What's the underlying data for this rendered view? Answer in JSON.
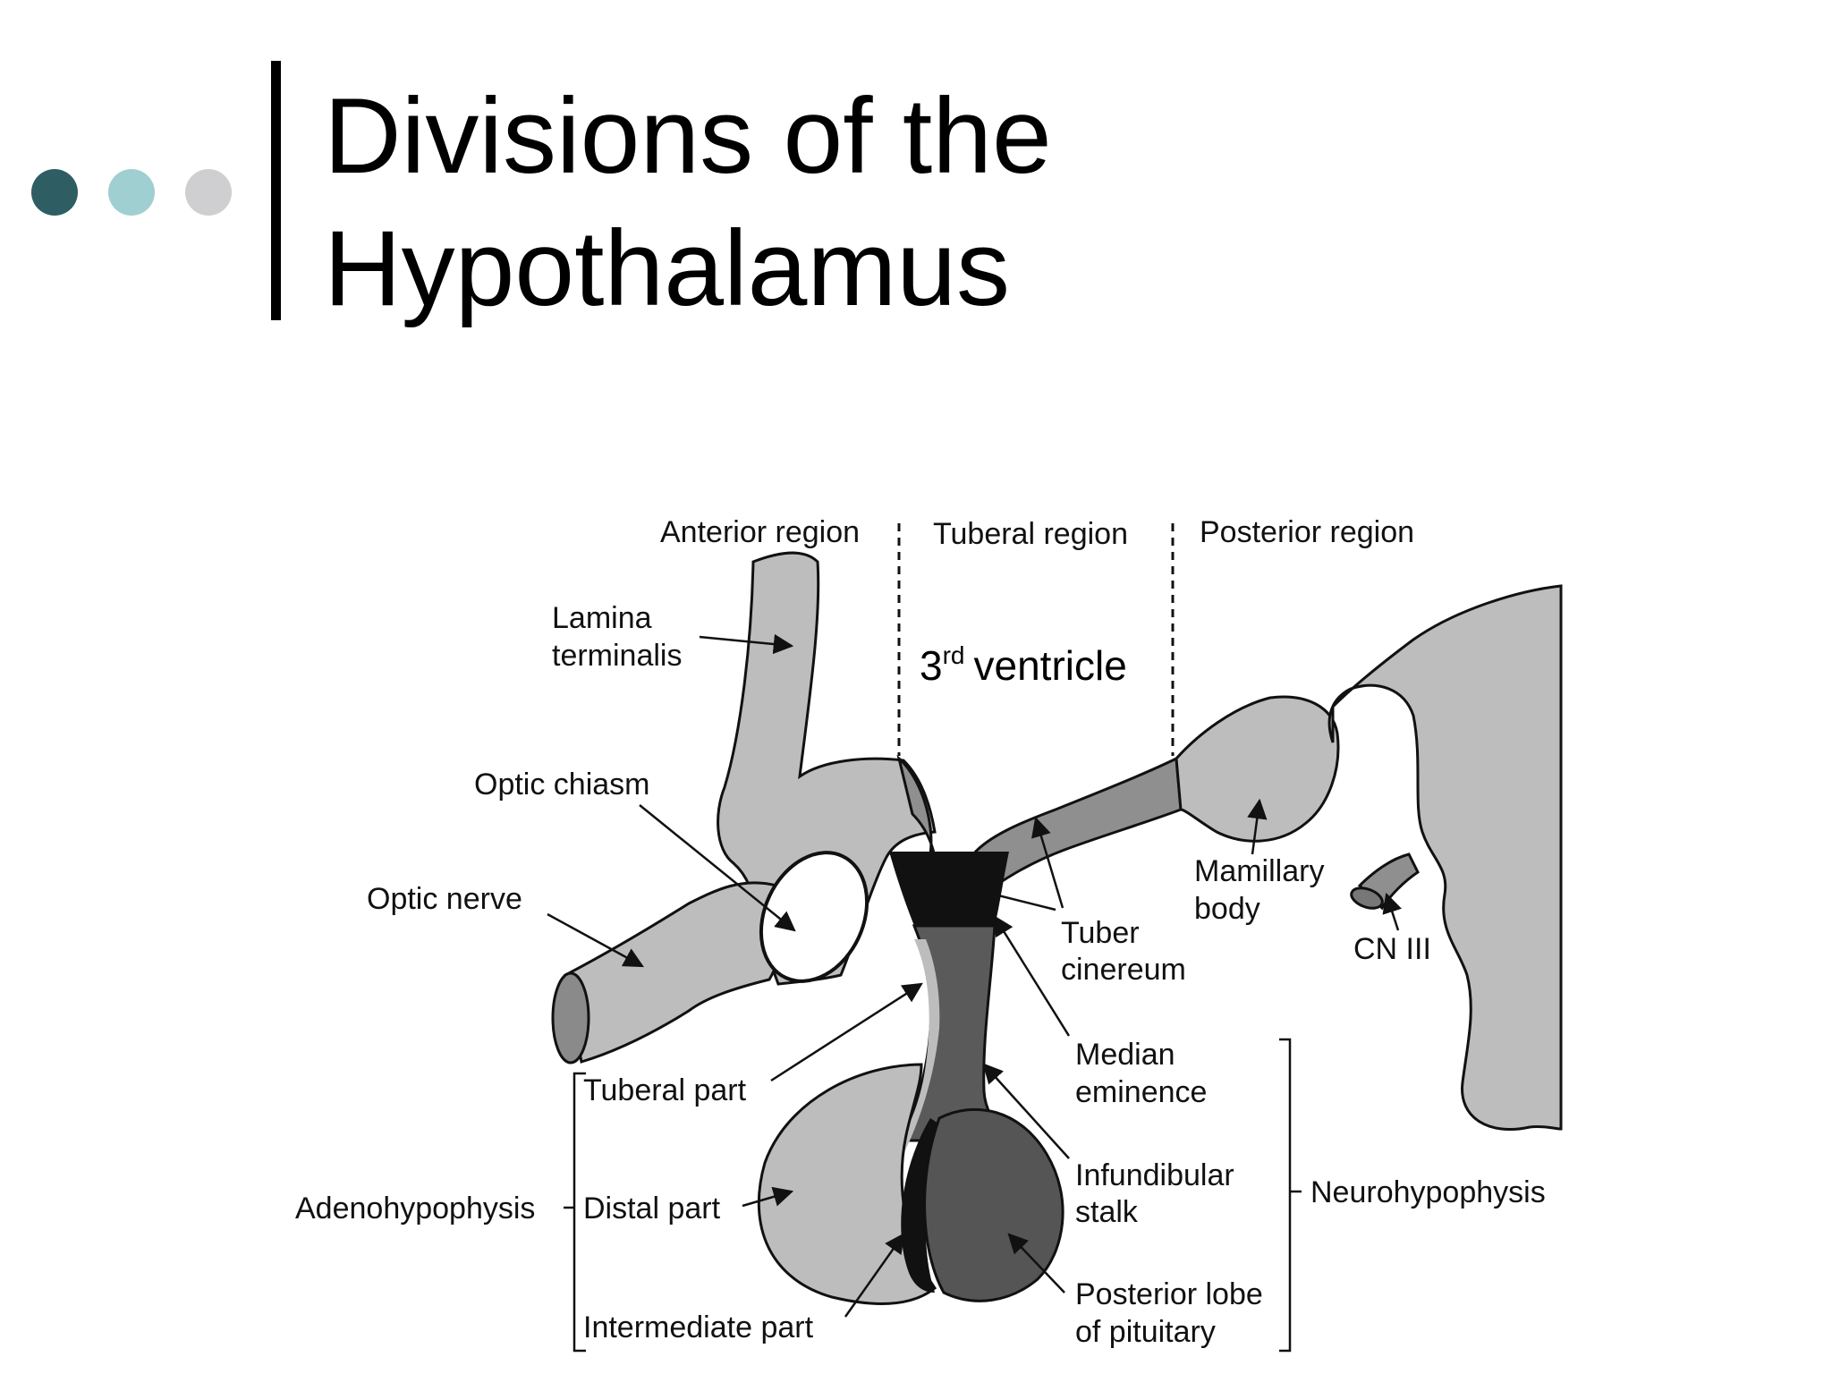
{
  "slide": {
    "title_line1": "Divisions of the",
    "title_line2": "Hypothalamus",
    "dot_colors": [
      "#2e5e63",
      "#9fcfd1",
      "#cfcfd1"
    ]
  },
  "diagram": {
    "regions": {
      "anterior": "Anterior region",
      "tuberal": "Tuberal region",
      "posterior": "Posterior region"
    },
    "third_ventricle": {
      "number": "3",
      "suffix": "rd",
      "word": "ventricle"
    },
    "labels": {
      "lamina_1": "Lamina",
      "lamina_2": "terminalis",
      "optic_chiasm": "Optic chiasm",
      "optic_nerve": "Optic nerve",
      "mamillary_1": "Mamillary",
      "mamillary_2": "body",
      "tuber_1": "Tuber",
      "tuber_2": "cinereum",
      "cn3": "CN III",
      "median_1": "Median",
      "median_2": "eminence",
      "infund_1": "Infundibular",
      "infund_2": "stalk",
      "posterior_lobe_1": "Posterior lobe",
      "posterior_lobe_2": "of pituitary",
      "tuberal_part": "Tuberal part",
      "distal_part": "Distal part",
      "intermediate_part": "Intermediate part",
      "adenohypophysis": "Adenohypophysis",
      "neurohypophysis": "Neurohypophysis"
    }
  }
}
